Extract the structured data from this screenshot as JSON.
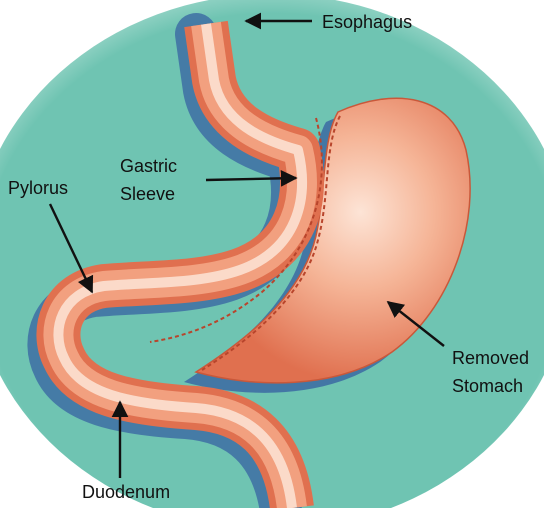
{
  "labels": {
    "esophagus": "Esophagus",
    "gastric_sleeve_line1": "Gastric",
    "gastric_sleeve_line2": "Sleeve",
    "pylorus": "Pylorus",
    "removed_stomach_line1": "Removed",
    "removed_stomach_line2": "Stomach",
    "duodenum": "Duodenum"
  },
  "colors": {
    "background_glow": "#6fc4b2",
    "background_edge": "#ffffff",
    "tissue_dark": "#e0704f",
    "tissue_mid": "#f2a07f",
    "tissue_light": "#fde4d6",
    "shadow": "#3e6fa3",
    "staple_line": "#b8452c",
    "arrow": "#111111"
  }
}
